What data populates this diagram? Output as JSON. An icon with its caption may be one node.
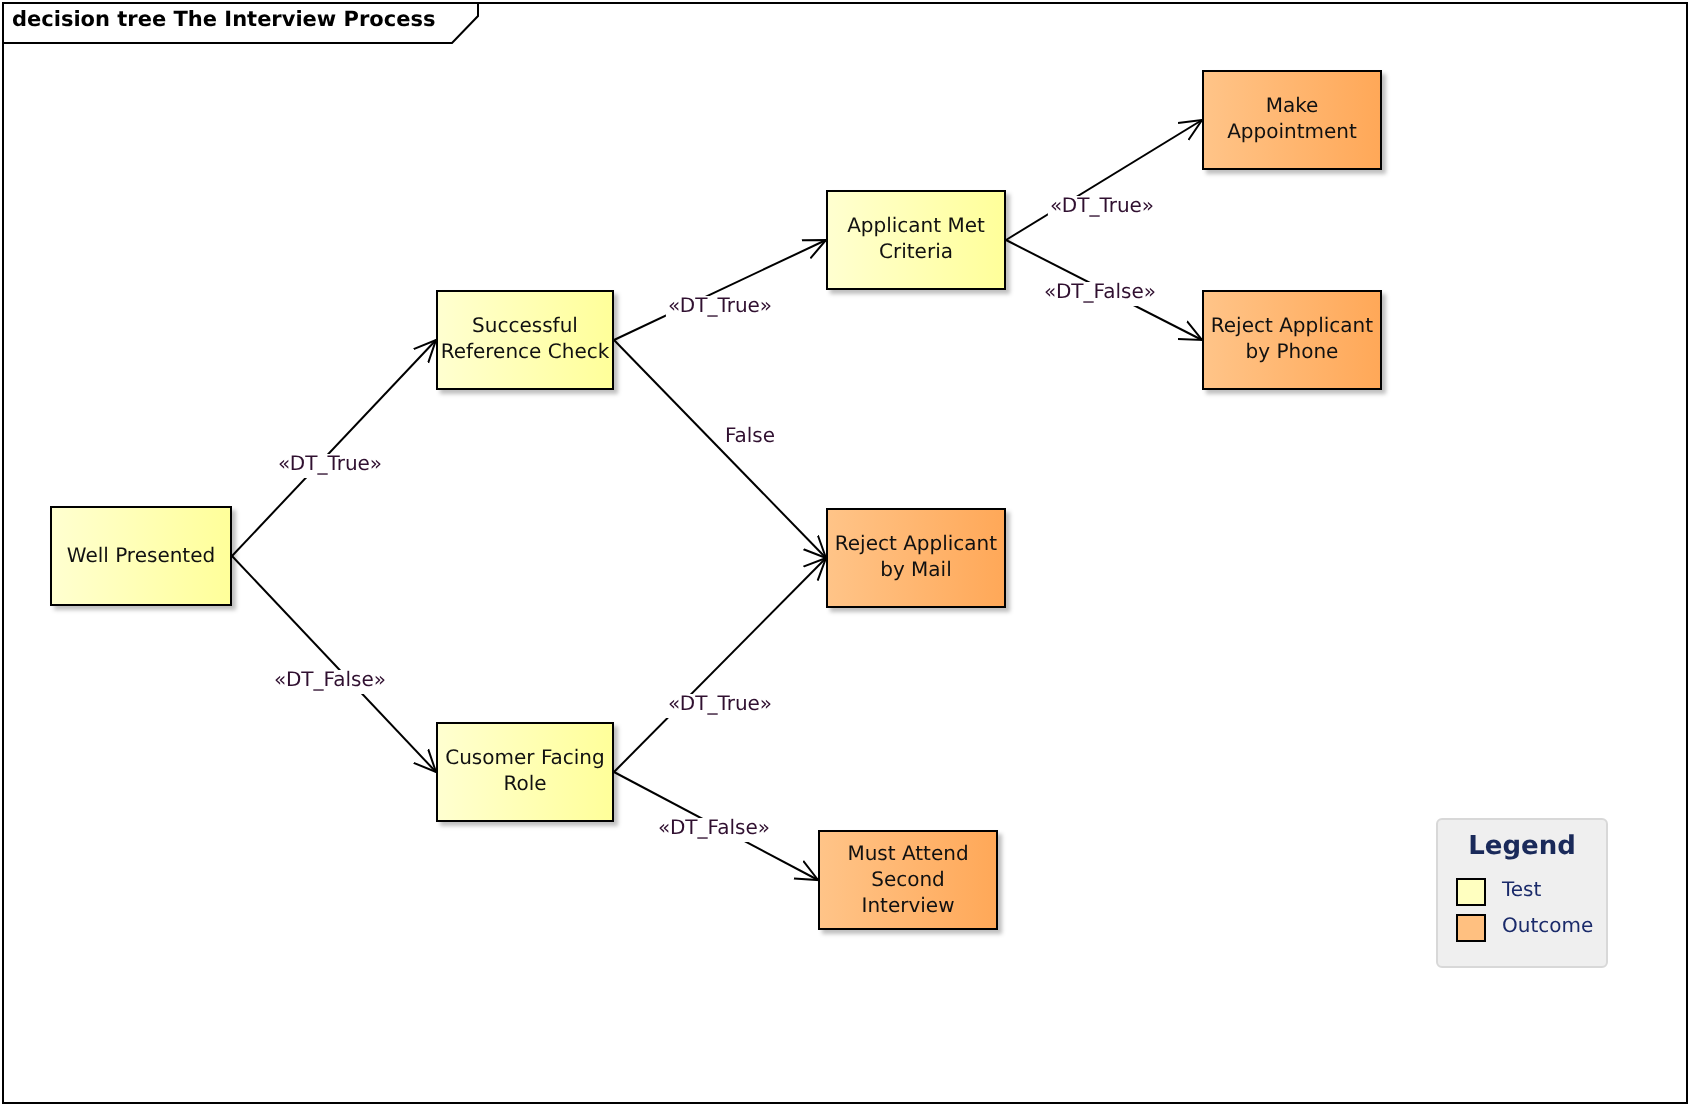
{
  "diagram": {
    "title": "decision tree The Interview Process",
    "nodes": [
      {
        "text": [
          "Well Presented"
        ]
      },
      {
        "text": [
          "Successful Reference Check"
        ]
      },
      {
        "text": [
          "Cusomer Facing Role"
        ]
      },
      {
        "text": [
          "Applicant Met Criteria"
        ]
      },
      {
        "text": [
          "Reject Applicant by Mail"
        ]
      },
      {
        "text": [
          "Must Attend Second Interview"
        ]
      },
      {
        "text": [
          "Make Appointment"
        ]
      },
      {
        "text": [
          "Reject Applicant by Phone"
        ]
      }
    ],
    "edges": [
      {
        "from": 0,
        "to": 1,
        "arrow": "to",
        "label": "«DT_True»"
      },
      {
        "from": 0,
        "to": 2,
        "arrow": "to",
        "label": "«DT_False»"
      },
      {
        "from": 1,
        "to": 3,
        "arrow": "to",
        "label": "«DT_True»"
      },
      {
        "from": 1,
        "to": 4,
        "arrow": "to",
        "label": "False"
      },
      {
        "from": 2,
        "to": 4,
        "arrow": "to",
        "label": "«DT_True»"
      },
      {
        "from": 2,
        "to": 5,
        "arrow": "to",
        "label": "«DT_False»"
      },
      {
        "from": 3,
        "to": 6,
        "arrow": "to",
        "label": "«DT_True»"
      },
      {
        "from": 3,
        "to": 7,
        "arrow": "to",
        "label": "«DT_False»"
      }
    ],
    "labels": [
      "Legend"
    ],
    "legend": [
      {
        "text": "Test",
        "color": "#ffffc0"
      },
      {
        "text": "Outcome",
        "color": "#ffc080"
      }
    ]
  }
}
